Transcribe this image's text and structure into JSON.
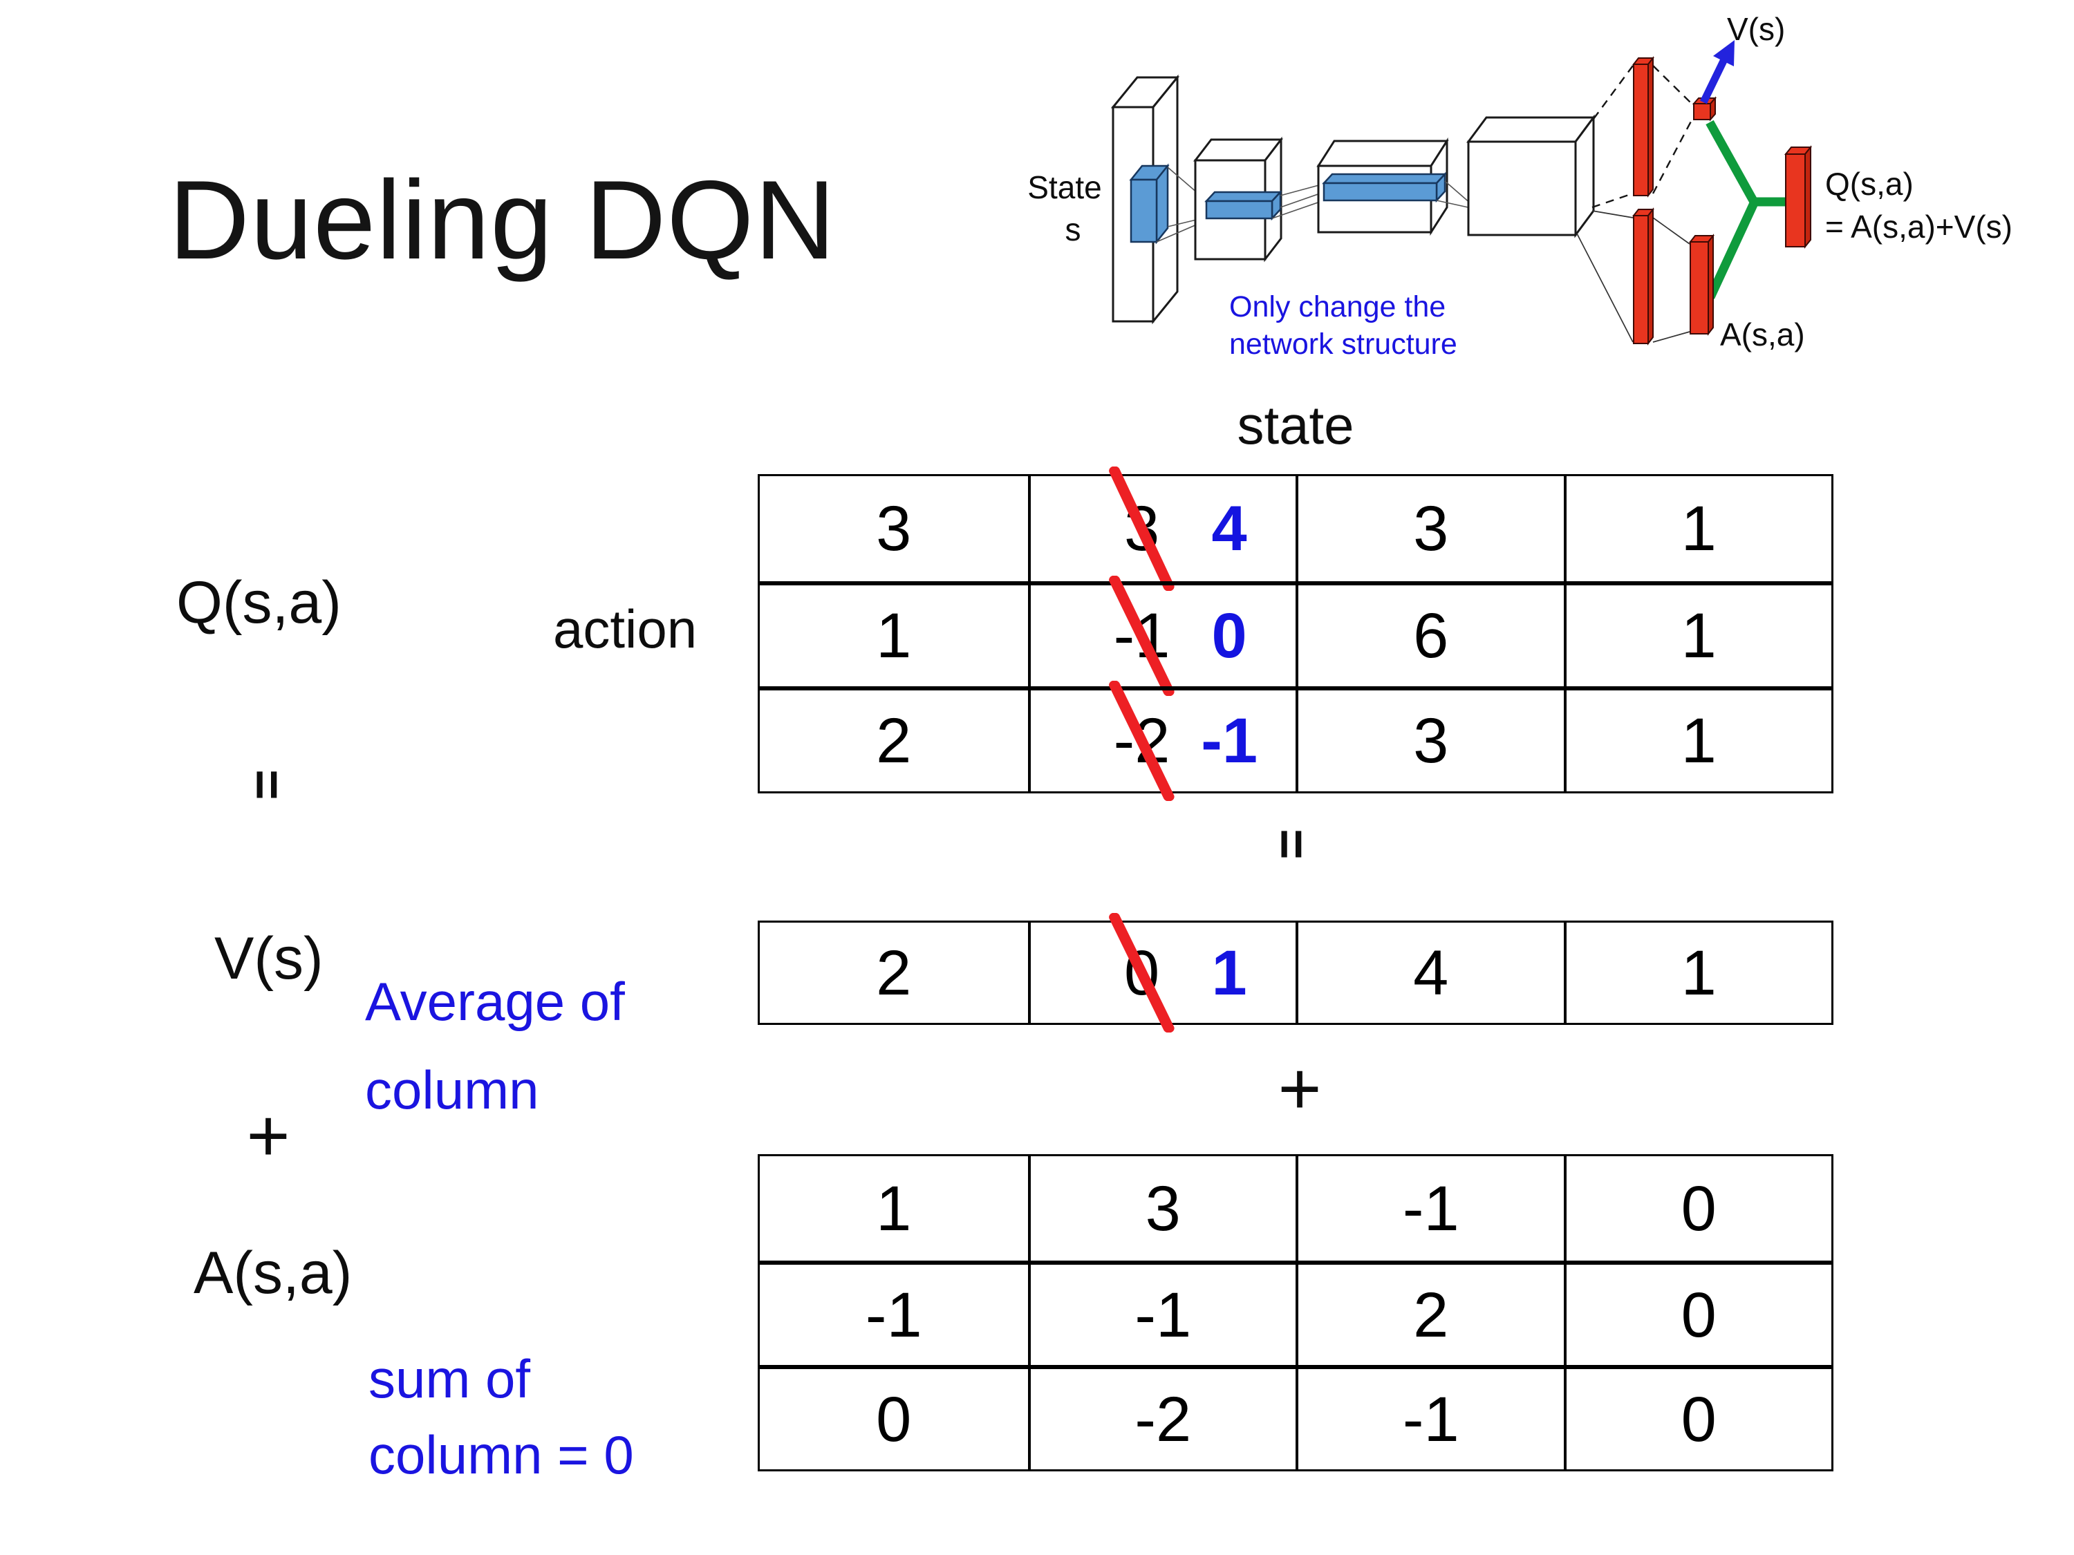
{
  "title": "Dueling DQN",
  "diagram": {
    "state_line1": "State",
    "state_line2": "s",
    "v_label": "V(s)",
    "q_label_line1": "Q(s,a)",
    "q_label_line2": "= A(s,a)+V(s)",
    "a_label": "A(s,a)",
    "note_line1": "Only change the",
    "note_line2": "network structure",
    "colors": {
      "bar_red": "#e8351f",
      "bar_red_side": "#c3250f",
      "merge_green": "#0f9b3c",
      "arrow_blue": "#2323dd",
      "feature_blue": "#5b9bd5",
      "note_blue": "#1a14e0"
    }
  },
  "equation": {
    "q_label": "Q(s,a)",
    "equals_rotated_left": "=",
    "action_label": "action",
    "state_label": "state",
    "equals_rotated_mid": "=",
    "v_label": "V(s)",
    "avg_note_line1": "Average of",
    "avg_note_line2": "column",
    "plus_left": "+",
    "plus_mid": "+",
    "a_label": "A(s,a)",
    "sum_note_line1": "sum of",
    "sum_note_line2": "column = 0",
    "highlight_blue": "#1414e0",
    "strike_red": "#ed2024"
  },
  "q_table": {
    "rows": [
      [
        {
          "v": "3"
        },
        {
          "old": "3",
          "new": "4"
        },
        {
          "v": "3"
        },
        {
          "v": "1"
        }
      ],
      [
        {
          "v": "1"
        },
        {
          "old": "-1",
          "new": "0"
        },
        {
          "v": "6"
        },
        {
          "v": "1"
        }
      ],
      [
        {
          "v": "2"
        },
        {
          "old": "-2",
          "new": "-1"
        },
        {
          "v": "3"
        },
        {
          "v": "1"
        }
      ]
    ]
  },
  "v_row": {
    "cells": [
      {
        "v": "2"
      },
      {
        "old": "0",
        "new": "1"
      },
      {
        "v": "4"
      },
      {
        "v": "1"
      }
    ]
  },
  "a_table": {
    "rows": [
      [
        {
          "v": "1"
        },
        {
          "v": "3"
        },
        {
          "v": "-1"
        },
        {
          "v": "0"
        }
      ],
      [
        {
          "v": "-1"
        },
        {
          "v": "-1"
        },
        {
          "v": "2"
        },
        {
          "v": "0"
        }
      ],
      [
        {
          "v": "0"
        },
        {
          "v": "-2"
        },
        {
          "v": "-1"
        },
        {
          "v": "0"
        }
      ]
    ]
  }
}
